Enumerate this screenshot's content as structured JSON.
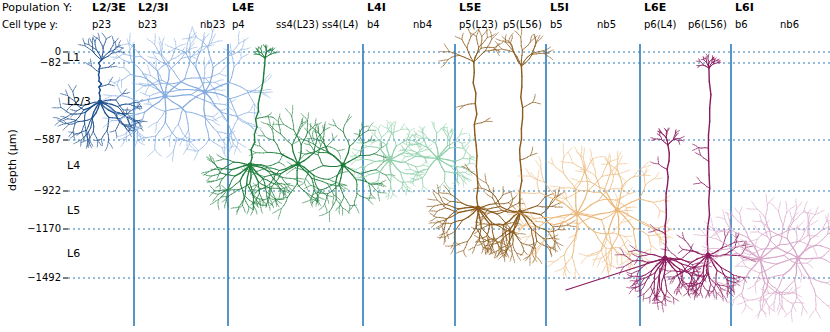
{
  "diagram": {
    "labels": [
      "Population Y:",
      "Cell type y:",
      "L2/3E",
      "p23",
      "L2/3I",
      "b23",
      "nb23",
      "L4E",
      "p4",
      "ss4(L23)",
      "ss4(L4)",
      "L4I",
      "b4",
      "nb4",
      "L5E",
      "p5(L23)",
      "p5(L56)",
      "L5I",
      "b5",
      "nb5",
      "L6E",
      "p6(L4)",
      "p6(L56)",
      "L6I",
      "b6",
      "nb6",
      "0",
      "−82",
      "−587",
      "−922",
      "−1170",
      "−1492",
      "L1",
      "L2/3",
      "L4",
      "L5",
      "L6",
      "depth (μm)"
    ]
  }
}
